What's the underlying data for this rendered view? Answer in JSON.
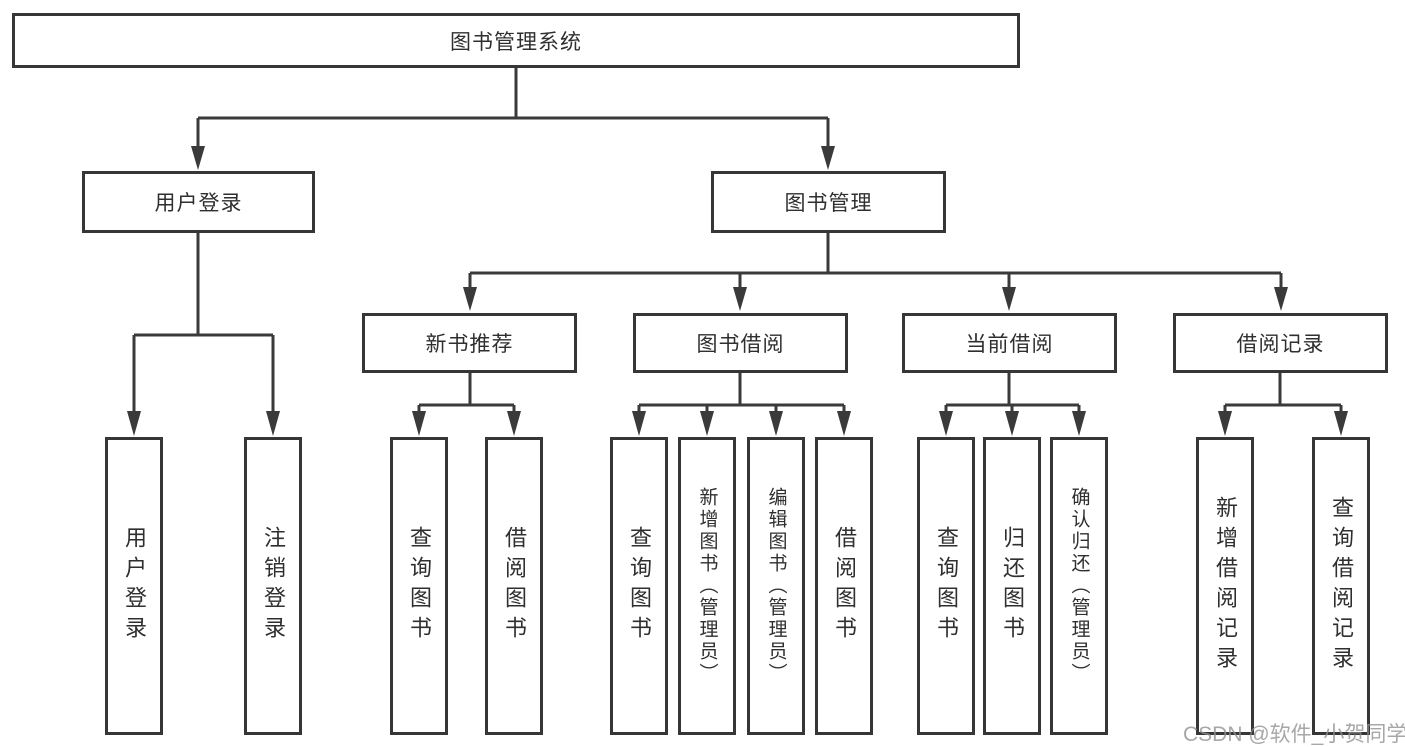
{
  "tree": {
    "root_label": "图书管理系统",
    "branches": [
      {
        "label": "用户登录",
        "leaves": [
          "用户登录",
          "注销登录"
        ]
      },
      {
        "label": "图书管理",
        "groups": [
          {
            "label": "新书推荐",
            "leaves": [
              "查询图书",
              "借阅图书"
            ]
          },
          {
            "label": "图书借阅",
            "leaves": [
              "查询图书",
              "新增图书（管理员）",
              "编辑图书（管理员）",
              "借阅图书"
            ]
          },
          {
            "label": "当前借阅",
            "leaves": [
              "查询图书",
              "归还图书",
              "确认归还（管理员）"
            ]
          },
          {
            "label": "借阅记录",
            "leaves": [
              "新增借阅记录",
              "查询借阅记录"
            ]
          }
        ]
      }
    ]
  },
  "watermark": {
    "text": "CSDN @软件_小贺同学"
  },
  "colors": {
    "line": "#3a3a3a",
    "box_border": "#363636",
    "text": "#2f2f2f",
    "background": "#ffffff",
    "watermark": "#919191"
  }
}
